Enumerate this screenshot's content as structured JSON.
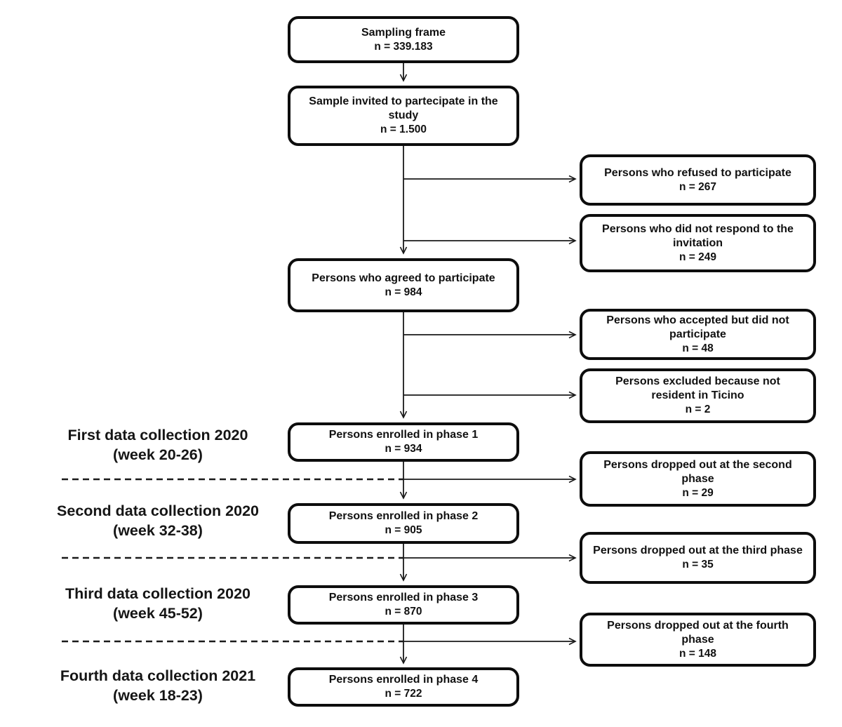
{
  "diagram": {
    "title": "study-enrollment-flowchart",
    "colors": {
      "background": "#ffffff",
      "box_border": "#0d0d0d",
      "line": "#1a1a1a",
      "text": "#111111"
    },
    "main_boxes": [
      {
        "title": "Sampling frame",
        "n": "n = 339.183"
      },
      {
        "title": "Sample invited to partecipate in the study",
        "n": "n = 1.500"
      },
      {
        "title": "Persons who agreed to participate",
        "n": "n = 984"
      },
      {
        "title": "Persons enrolled in phase 1",
        "n": "n = 934"
      },
      {
        "title": "Persons enrolled in phase 2",
        "n": "n = 905"
      },
      {
        "title": "Persons enrolled in phase 3",
        "n": "n = 870"
      },
      {
        "title": "Persons enrolled in phase 4",
        "n": "n = 722"
      }
    ],
    "side_boxes": [
      {
        "title": "Persons who refused to participate",
        "n": "n = 267"
      },
      {
        "title": "Persons who did not respond to the invitation",
        "n": "n = 249"
      },
      {
        "title": "Persons who accepted but did not participate",
        "n": "n = 48"
      },
      {
        "title": "Persons excluded because not resident in Ticino",
        "n": "n = 2"
      },
      {
        "title": "Persons dropped out at the second phase",
        "n": "n = 29"
      },
      {
        "title": "Persons dropped out at the third phase",
        "n": "n = 35"
      },
      {
        "title": "Persons dropped out at the fourth phase",
        "n": "n = 148"
      }
    ],
    "phase_labels": [
      {
        "line1": "First data collection 2020",
        "line2": "(week 20-26)"
      },
      {
        "line1": "Second data collection 2020",
        "line2": "(week 32-38)"
      },
      {
        "line1": "Third data collection 2020",
        "line2": "(week 45-52)"
      },
      {
        "line1": "Fourth data collection 2021",
        "line2": "(week 18-23)"
      }
    ]
  }
}
